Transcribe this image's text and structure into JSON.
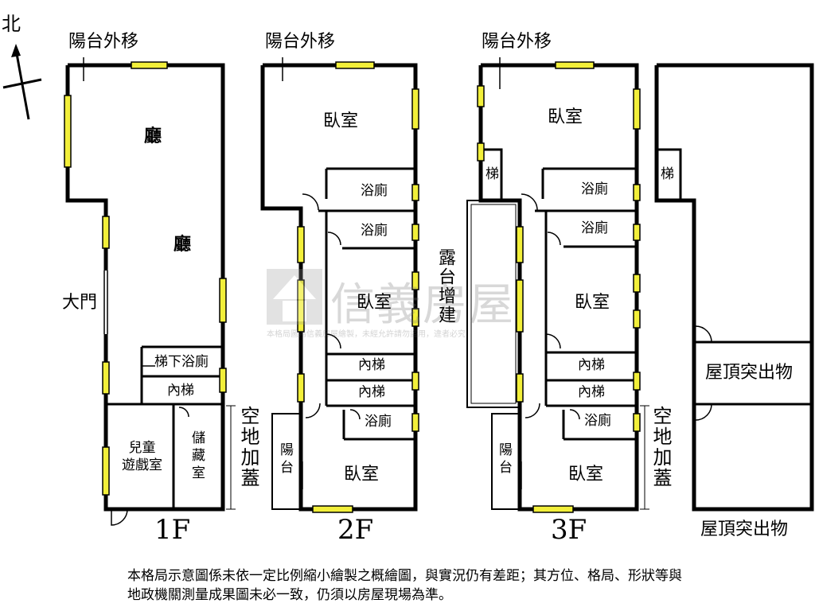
{
  "compass": {
    "north_label": "北"
  },
  "floors": {
    "f1": {
      "label": "1F",
      "balcony_note": "陽台外移",
      "rooms": {
        "hall_top": "廳",
        "hall_mid": "廳",
        "main_door": "大門",
        "stair_bath": "梯下浴廁",
        "inner_stair": "內梯",
        "kids_room": "兒童\n遊戲室",
        "storage": "儲\n藏\n室"
      }
    },
    "f2": {
      "label": "2F",
      "balcony_note": "陽台外移",
      "rooms": {
        "bedroom_top": "臥室",
        "bath_a": "浴廁",
        "bath_b": "浴廁",
        "bedroom_mid": "臥室",
        "inner_stair_a": "內梯",
        "inner_stair_b": "內梯",
        "bath_c": "浴廁",
        "balcony": "陽\n台",
        "bedroom_bottom": "臥室"
      }
    },
    "f3": {
      "label": "3F",
      "balcony_note": "陽台外移",
      "rooms": {
        "bedroom_top": "臥室",
        "stair": "梯",
        "bath_a": "浴廁",
        "bath_b": "浴廁",
        "bedroom_mid": "臥室",
        "inner_stair_a": "內梯",
        "inner_stair_b": "內梯",
        "bath_c": "浴廁",
        "balcony": "陽\n台",
        "bedroom_bottom": "臥室"
      }
    },
    "roof": {
      "label": "屋頂突出物",
      "rooms": {
        "stair": "梯",
        "structure": "屋頂突出物"
      }
    }
  },
  "annotations": {
    "open_space_a": "空地加蓋",
    "open_space_b": "空地加蓋",
    "terrace": "露台增建"
  },
  "watermark": {
    "brand": "信義房屋",
    "sub": "本格局圖為信義房屋繪製，未經允許請勿盜用，違者必究"
  },
  "disclaimer": "本格局示意圖係未依一定比例縮小繪製之概繪圖，與實況仍有差距；其方位、格局、形狀等與地政機關測量成果圖未必一致，仍須以房屋現場為準。",
  "colors": {
    "wall": "#000000",
    "window": "#f2ef3a",
    "watermark": "#888888"
  }
}
